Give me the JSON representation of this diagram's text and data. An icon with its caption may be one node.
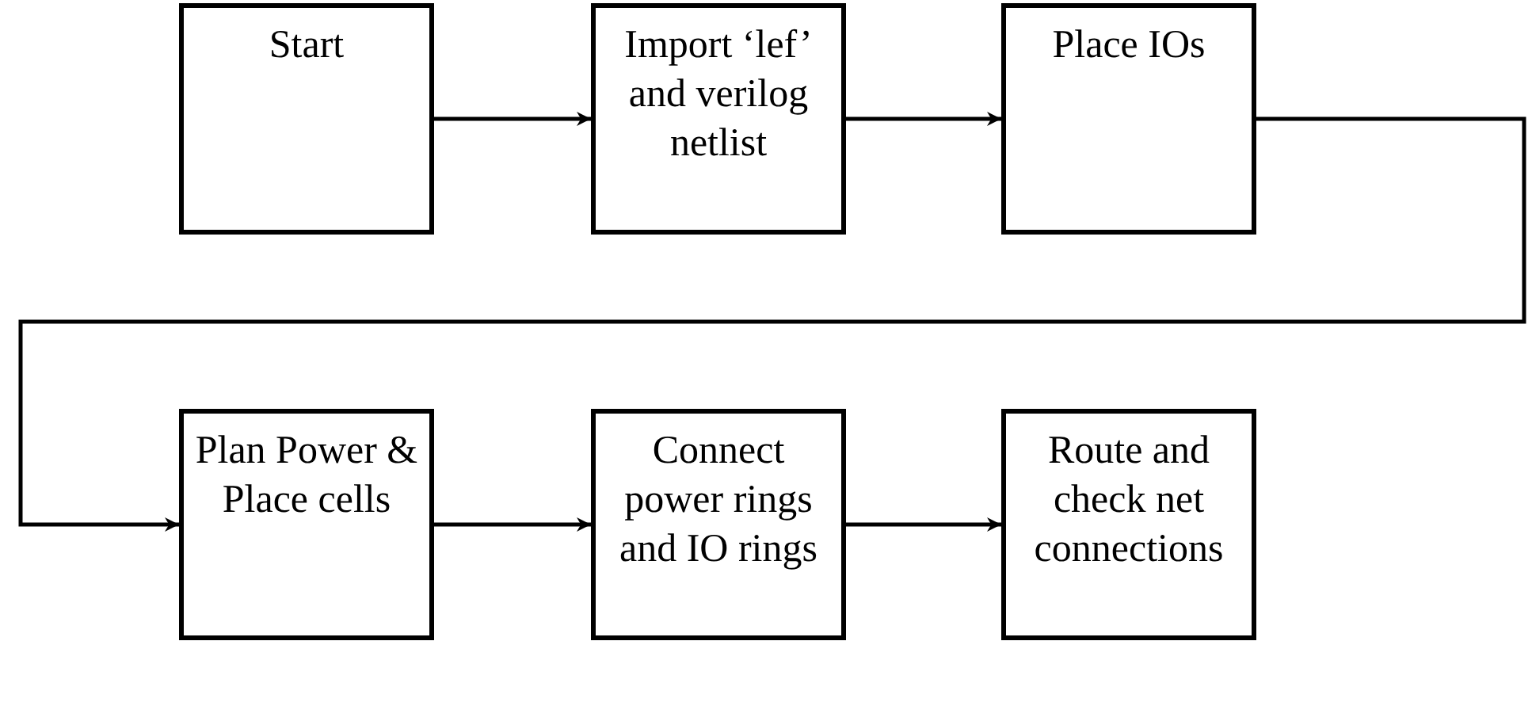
{
  "diagram": {
    "nodes": [
      {
        "text": [
          "Start"
        ]
      },
      {
        "text": [
          "Import ‘lef’ and verilog netlist"
        ]
      },
      {
        "text": [
          "Place IOs"
        ]
      },
      {
        "text": [
          "Plan Power & Place cells"
        ]
      },
      {
        "text": [
          "Connect power rings and IO rings"
        ]
      },
      {
        "text": [
          "Route and check net connections"
        ]
      }
    ],
    "edges": [
      {
        "from": 0,
        "to": 1,
        "arrow": "to"
      },
      {
        "from": 1,
        "to": 2,
        "arrow": "to"
      },
      {
        "from": 2,
        "to": 3,
        "arrow": "to"
      },
      {
        "from": 3,
        "to": 4,
        "arrow": "to"
      },
      {
        "from": 4,
        "to": 5,
        "arrow": "to"
      }
    ]
  }
}
